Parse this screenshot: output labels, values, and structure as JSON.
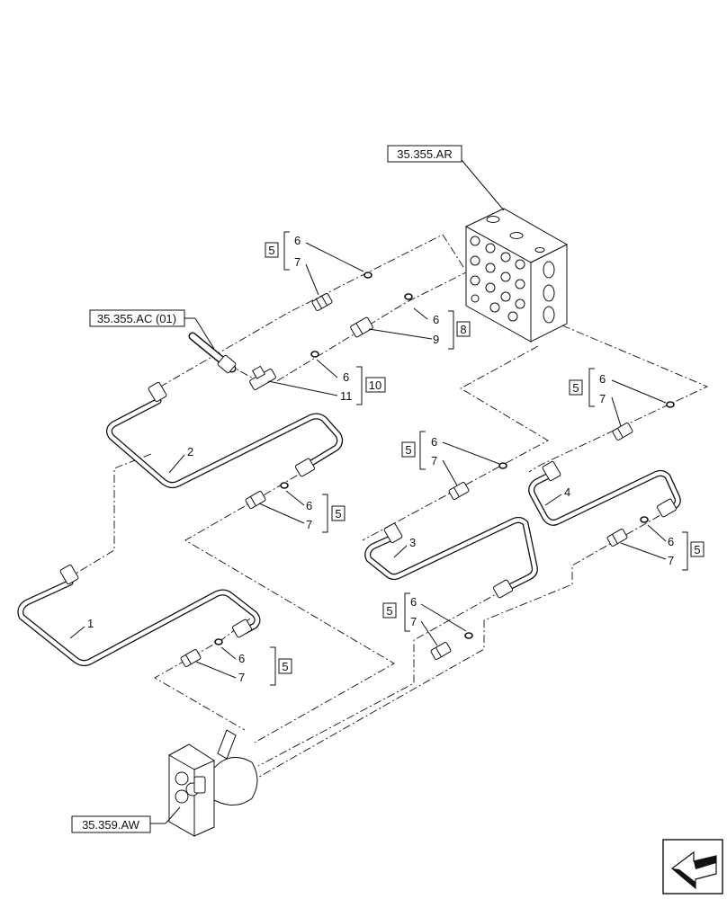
{
  "references": {
    "valve_block": "35.355.AR",
    "hose_connector": "35.355.AC (01)",
    "pilot_control": "35.359.AW"
  },
  "callouts": {
    "part_1": "1",
    "part_2": "2",
    "part_3": "3",
    "part_4": "4",
    "kit_5": "5",
    "oring_6": "6",
    "fitting_7": "7",
    "kit_8": "8",
    "fitting_9": "9",
    "kit_10": "10",
    "tee_11": "11"
  },
  "nav_icon": "arrow-left-icon"
}
